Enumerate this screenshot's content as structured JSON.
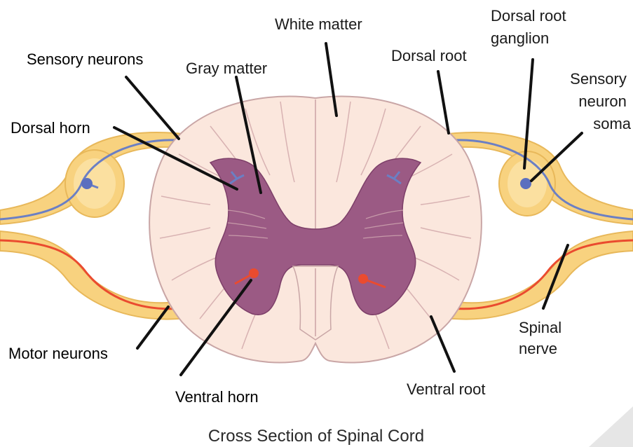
{
  "title": "Cross Section of Spinal Cord",
  "labels": {
    "white_matter": "White matter",
    "dorsal_root_ganglion": [
      "Dorsal root",
      "ganglion"
    ],
    "sensory_neurons": "Sensory neurons",
    "gray_matter": "Gray matter",
    "dorsal_root": "Dorsal root",
    "sensory_neuron_soma": [
      "Sensory",
      "neuron",
      "soma"
    ],
    "dorsal_horn": "Dorsal horn",
    "spinal_nerve": [
      "Spinal",
      "nerve"
    ],
    "motor_neurons": "Motor neurons",
    "ventral_horn": "Ventral horn",
    "ventral_root": "Ventral root"
  },
  "colors": {
    "white_matter_fill": "#fbe7dd",
    "white_matter_edge": "#c9a6a6",
    "gray_matter_fill": "#9b5a84",
    "gray_matter_dark": "#7d3f69",
    "nerve_fill": "#f8d27f",
    "nerve_light": "#fde9b5",
    "sensory_fiber": "#6b7fc4",
    "motor_fiber": "#ea4b2f",
    "leader": "#111111"
  }
}
